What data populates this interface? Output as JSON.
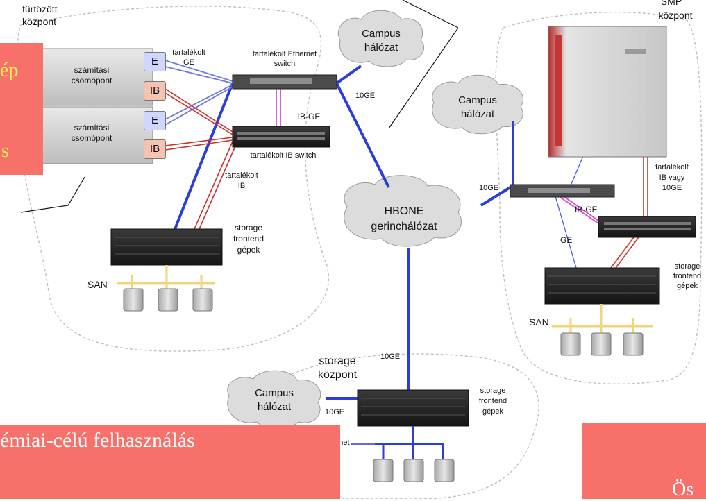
{
  "clusters": {
    "cluster_center": {
      "title_line1": "fürtözött",
      "title_line2": "központ"
    },
    "smp_center": {
      "title_line1": "SMP",
      "title_line2": "központ"
    },
    "storage_center": {
      "title_line1": "storage",
      "title_line2": "központ"
    }
  },
  "nodes": {
    "node1_line1": "számítási",
    "node1_line2": "csomópont",
    "node2_line1": "számítási",
    "node2_line2": "csomópont",
    "port_e": "E",
    "port_ib": "IB"
  },
  "labels": {
    "redundant_ge_line1": "tartalékolt",
    "redundant_ge_line2": "GE",
    "eth_switch_line1": "tartalékolt Ethernet",
    "eth_switch_line2": "switch",
    "ib_ge": "IB-GE",
    "ib_switch": "tartalékolt IB switch",
    "redundant_ib_line1": "tartalékolt",
    "redundant_ib_line2": "IB",
    "storage_fe_line1": "storage",
    "storage_fe_line2": "frontend",
    "storage_fe_line3": "gépek",
    "san": "SAN",
    "campus_line1": "Campus",
    "campus_line2": "hálózat",
    "hbone_line1": "HBONE",
    "hbone_line2": "gerinchálózat",
    "link_10ge": "10GE",
    "smp_ib_line1": "tartalékolt",
    "smp_ib_line2": "IB vagy",
    "smp_ib_line3": "10GE",
    "ge": "GE",
    "ethernet": "Ethernet"
  },
  "overlay": {
    "left_fragment_1": "ép",
    "left_fragment_2": "s",
    "bottom_banner": "émiai-célú felhasználás",
    "bottom_banner_2": "",
    "right_fragment": "Ös"
  },
  "colors": {
    "link_blue": "#2b3fd6",
    "link_red": "#c9302c",
    "link_magenta": "#d24fd0",
    "san_yellow": "#f0d67a",
    "overlay_pink": "#f7706a",
    "overlay_yellow_text": "#fff35a"
  }
}
